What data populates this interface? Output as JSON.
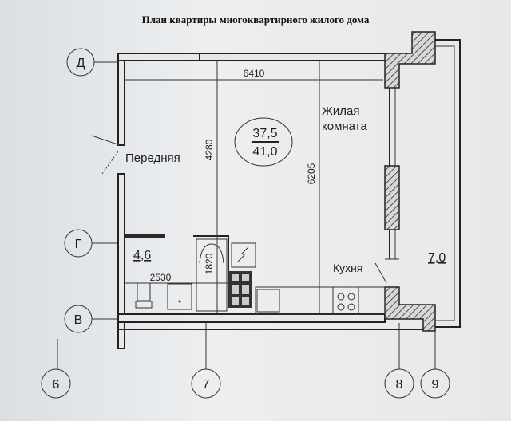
{
  "title": "План квартиры многоквартирного жилого дома",
  "axes": {
    "rows": [
      "Д",
      "Г",
      "В"
    ],
    "columns": [
      "6",
      "7",
      "8",
      "9"
    ]
  },
  "rooms": {
    "living": "Жилая комната",
    "living_line1": "Жилая",
    "living_line2": "комната",
    "hall": "Передняя",
    "kitchen": "Кухня"
  },
  "areas": {
    "living_area": "37,5",
    "total_area": "41,0",
    "bathroom_area": "4,6",
    "balcony_area": "7,0"
  },
  "dimensions": {
    "width_top": "6410",
    "height_left": "4280",
    "height_right": "6205",
    "bathroom_width": "2530",
    "bathroom_depth": "1820"
  }
}
